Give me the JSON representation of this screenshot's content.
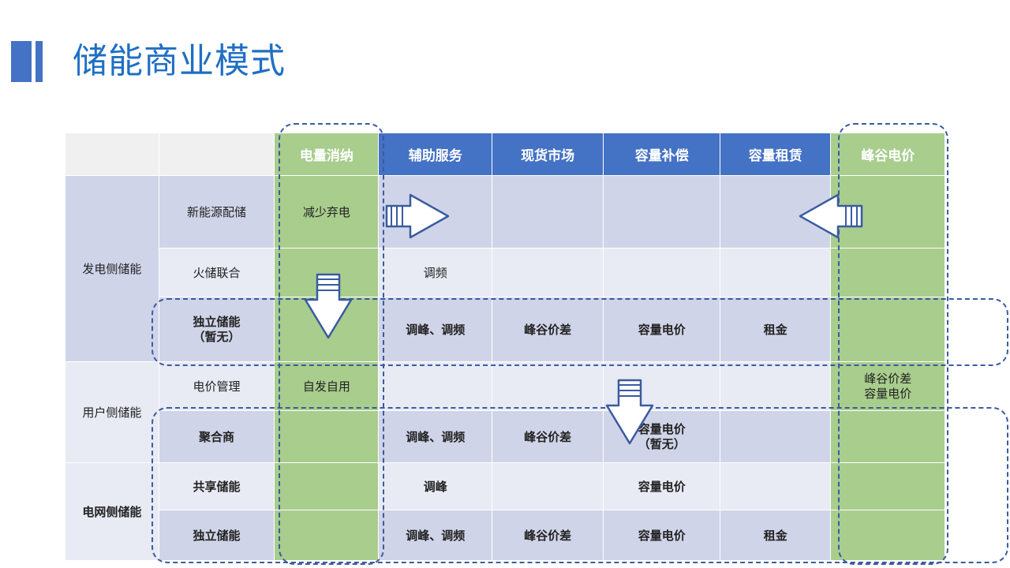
{
  "slide": {
    "title": "储能商业模式",
    "accent_blue": "#4472C4",
    "title_color": "#1F6FC4",
    "green": "#A8CD8D",
    "band_dark": "#D0D4E8",
    "band_light": "#E8EAF4",
    "dash_color": "#3A5BA0"
  },
  "table": {
    "headers": {
      "group_blank": "",
      "sub_blank": "",
      "columns": [
        {
          "label": "电量消纳",
          "style": "green"
        },
        {
          "label": "辅助服务",
          "style": "blue"
        },
        {
          "label": "现货市场",
          "style": "blue"
        },
        {
          "label": "容量补偿",
          "style": "blue"
        },
        {
          "label": "容量租赁",
          "style": "blue"
        },
        {
          "label": "峰谷电价",
          "style": "green"
        }
      ]
    },
    "groups": [
      {
        "name": "发电侧储能",
        "rows": [
          {
            "sub": "新能源配储",
            "bold": false,
            "cells": [
              "减少弃电",
              "",
              "",
              "",
              "",
              ""
            ]
          },
          {
            "sub": "火储联合",
            "bold": false,
            "cells": [
              "",
              "调频",
              "",
              "",
              "",
              ""
            ]
          },
          {
            "sub": "独立储能\n（暂无）",
            "bold": true,
            "cells": [
              "",
              "调峰、调频",
              "峰谷价差",
              "容量电价",
              "租金",
              ""
            ]
          }
        ]
      },
      {
        "name": "用户侧储能",
        "rows": [
          {
            "sub": "电价管理",
            "bold": false,
            "cells": [
              "自发自用",
              "",
              "",
              "",
              "",
              "峰谷价差\n容量电价"
            ]
          },
          {
            "sub": "聚合商",
            "bold": true,
            "cells": [
              "",
              "调峰、调频",
              "峰谷价差",
              "容量电价\n（暂无）",
              "",
              ""
            ]
          }
        ]
      },
      {
        "name": "电网侧储能",
        "rows": [
          {
            "sub": "共享储能",
            "bold": true,
            "cells": [
              "",
              "调峰",
              "",
              "容量电价",
              "",
              ""
            ]
          },
          {
            "sub": "独立储能",
            "bold": true,
            "cells": [
              "",
              "调峰、调频",
              "峰谷价差",
              "容量电价",
              "租金",
              ""
            ]
          }
        ]
      }
    ]
  },
  "annotations": {
    "arrows": [
      {
        "name": "arrow-right-energy-absorption",
        "direction": "right"
      },
      {
        "name": "arrow-down-energy-absorption",
        "direction": "down"
      },
      {
        "name": "arrow-left-peak-valley-price",
        "direction": "left"
      },
      {
        "name": "arrow-down-capacity-compensation",
        "direction": "down"
      }
    ],
    "highlight_boxes": [
      {
        "name": "highlight-column-energy-absorption"
      },
      {
        "name": "highlight-column-peak-valley-price"
      },
      {
        "name": "highlight-row-independent-storage"
      },
      {
        "name": "highlight-rows-grid-side"
      }
    ]
  }
}
